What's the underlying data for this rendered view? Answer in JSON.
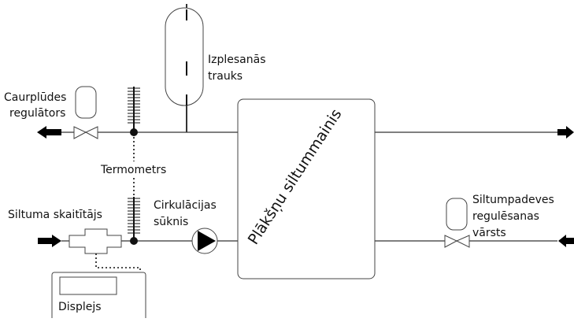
{
  "labels": {
    "expansion_tank_1": "Izplesanās",
    "expansion_tank_2": "trauks",
    "flow_regulator_1": "Caurplūdes",
    "flow_regulator_2": "regulātors",
    "thermometers": "Termometrs",
    "heat_meter": "Siltuma skaitītājs",
    "pump_1": "Cirkulācijas",
    "pump_2": "sūknis",
    "display": "Displejs",
    "heat_exchanger": "Plākšņu siltummainis",
    "supply_valve_1": "Siltumpadeves",
    "supply_valve_2": "regulēsanas",
    "supply_valve_3": "vārsts"
  },
  "colors": {
    "line": "#111111",
    "pump_fill": "#000000",
    "background": "#ffffff"
  }
}
